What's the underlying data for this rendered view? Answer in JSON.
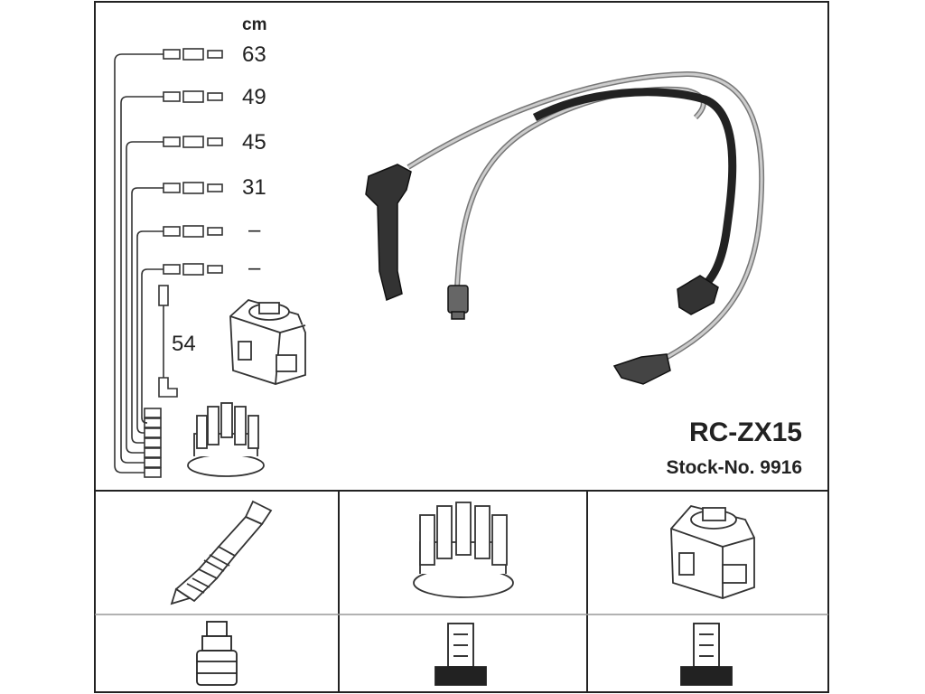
{
  "unit": "cm",
  "lengths": [
    "63",
    "49",
    "45",
    "31",
    "–",
    "–"
  ],
  "coil_lead_length": "54",
  "part_number": "RC-ZX15",
  "stock_number": "Stock-No. 9916",
  "icons": {
    "spark_plug": "spark-plug-icon",
    "distributor_cap": "distributor-cap-icon",
    "ignition_coil": "ignition-coil-icon",
    "plug_boot_connector": "plug-boot-connector-icon",
    "tower_connector": "tower-connector-icon"
  }
}
